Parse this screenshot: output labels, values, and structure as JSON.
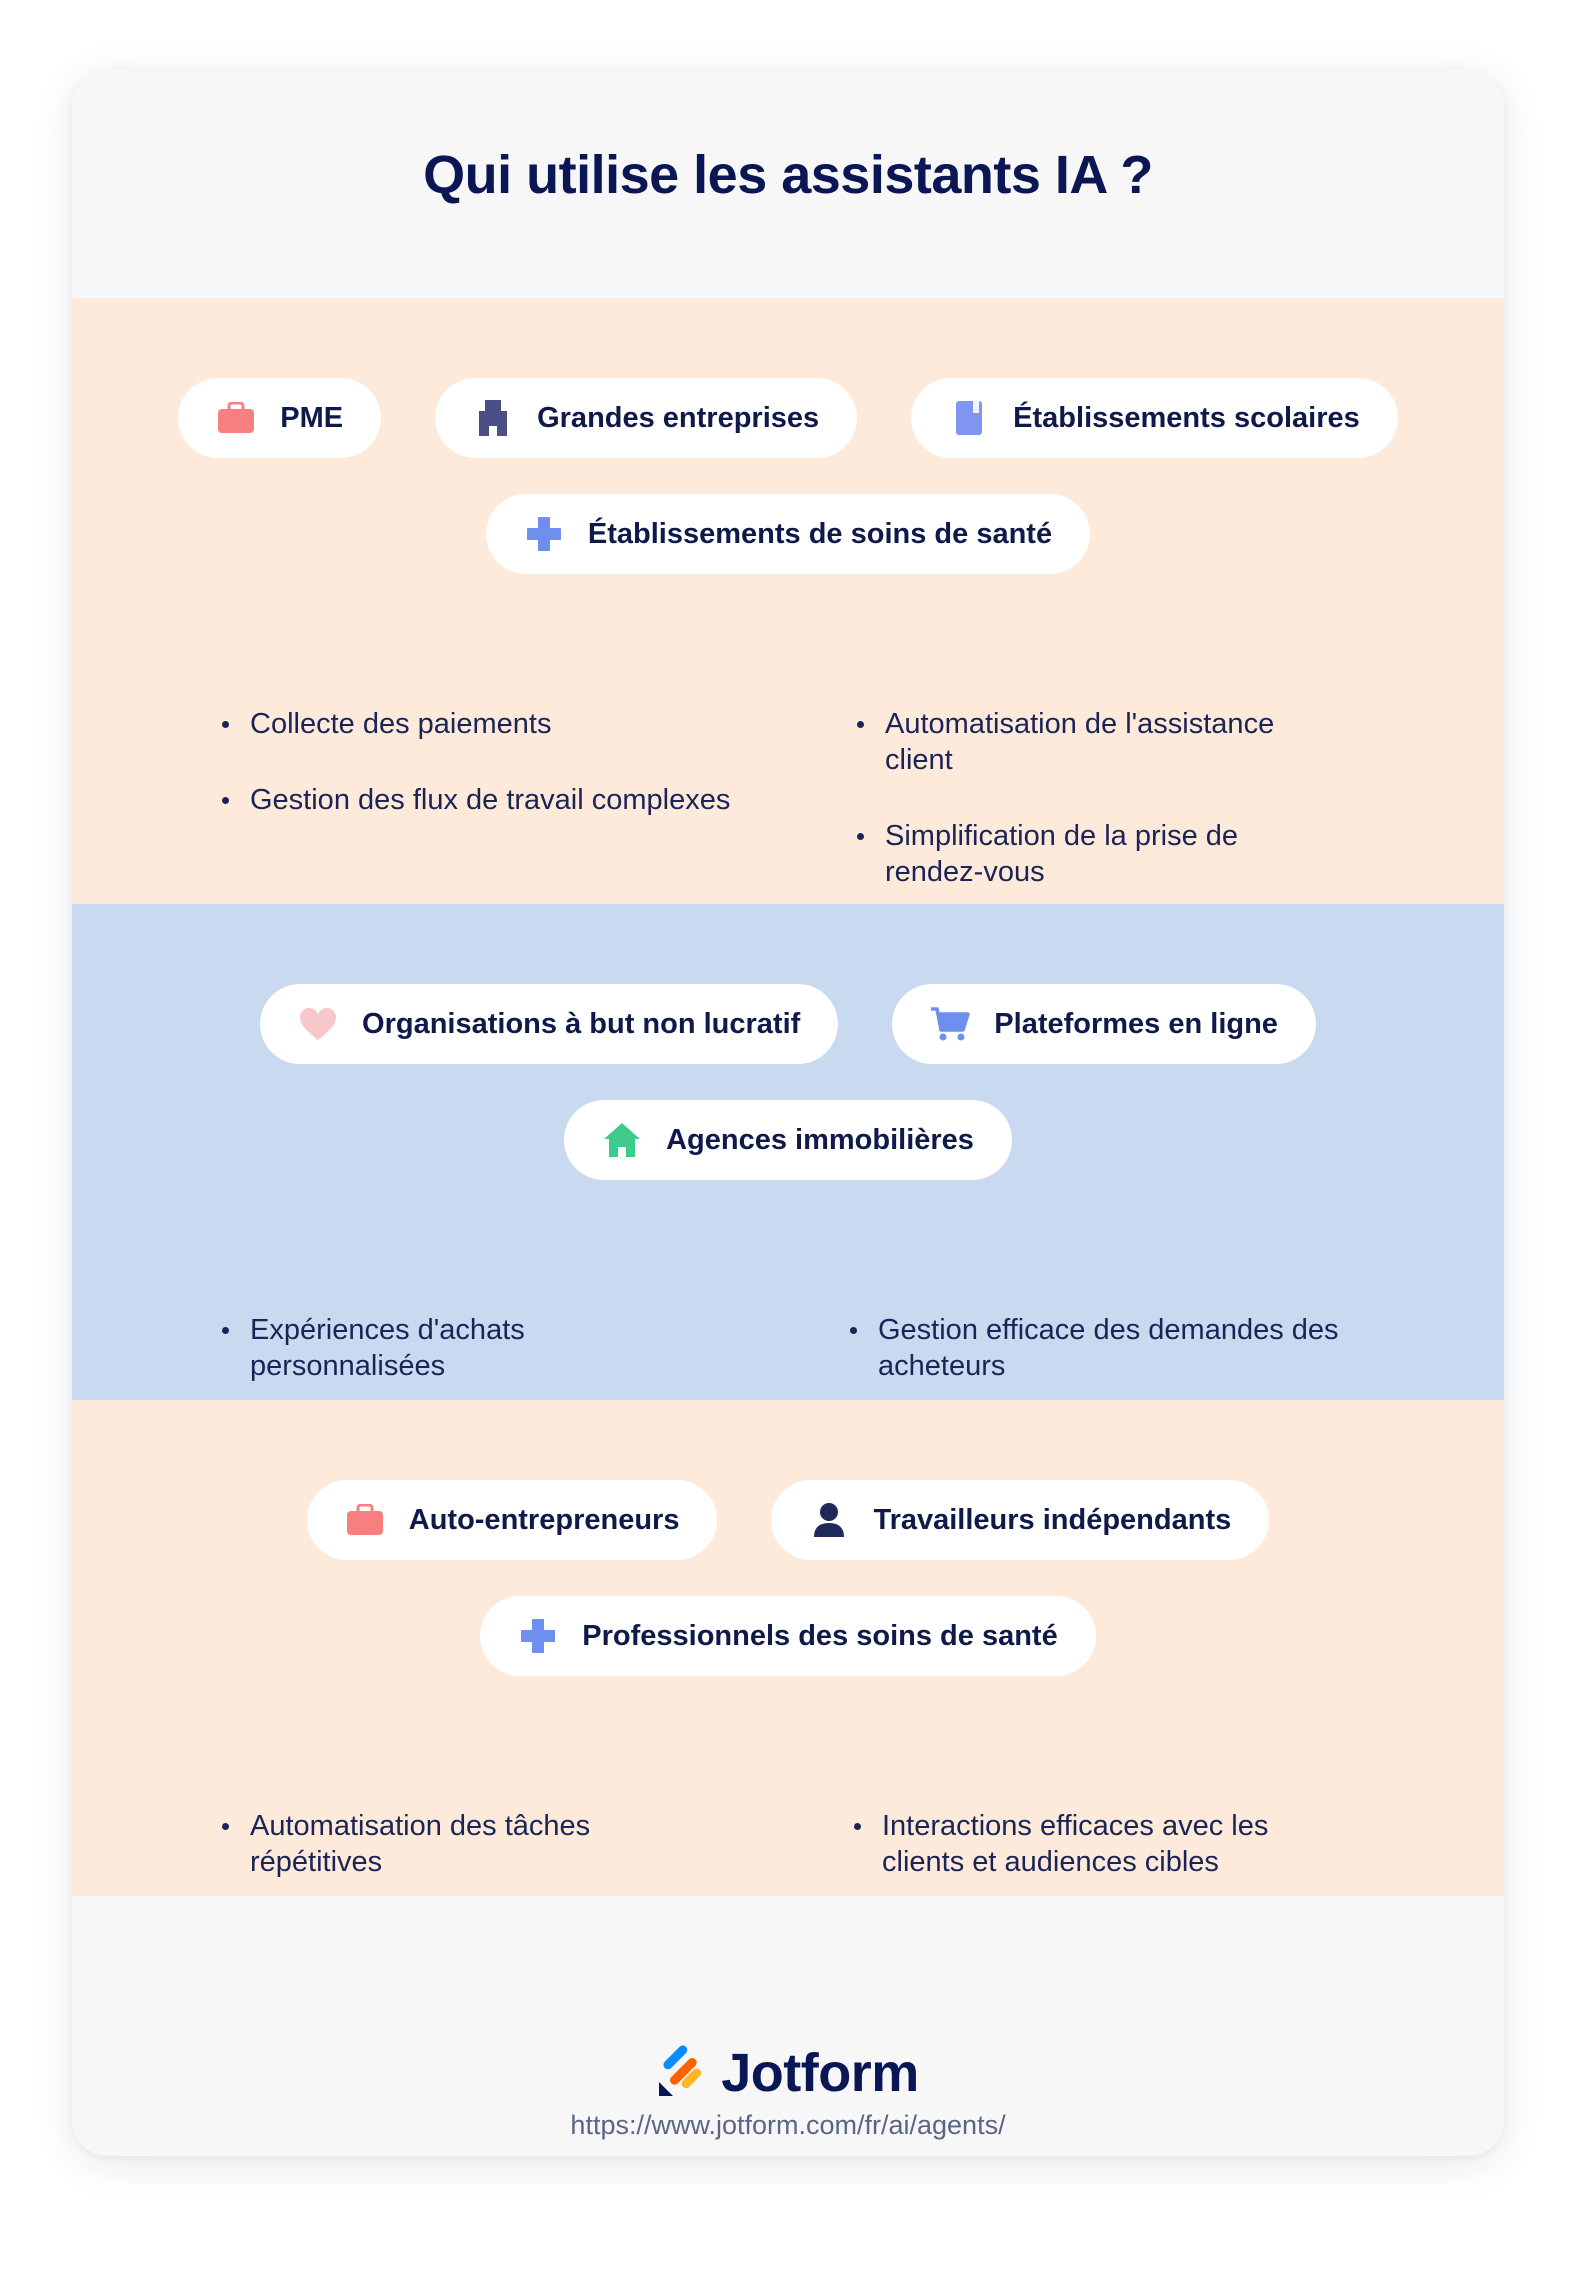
{
  "title": "Qui utilise les assistants IA ?",
  "colors": {
    "peach": "#fdeada",
    "blue": "#c9d9ef",
    "navy": "#0b1654"
  },
  "sections": [
    {
      "pills": [
        {
          "label": "PME",
          "icon": "briefcase-icon"
        },
        {
          "label": "Grandes entreprises",
          "icon": "building-icon"
        },
        {
          "label": "Établissements scolaires",
          "icon": "book-icon"
        },
        {
          "label": "Établissements de soins de santé",
          "icon": "medical-cross-icon"
        }
      ],
      "bullets_left": [
        "Collecte des paiements",
        "Gestion des flux de travail complexes"
      ],
      "bullets_right": [
        "Automatisation de l'assistance client",
        "Simplification de la prise de rendez-vous"
      ]
    },
    {
      "pills": [
        {
          "label": "Organisations à but non lucratif",
          "icon": "heart-icon"
        },
        {
          "label": "Plateformes en ligne",
          "icon": "shopping-cart-icon"
        },
        {
          "label": "Agences immobilières",
          "icon": "house-icon"
        }
      ],
      "bullets_left": [
        "Expériences d'achats personnalisées"
      ],
      "bullets_right": [
        "Gestion efficace des demandes des acheteurs"
      ]
    },
    {
      "pills": [
        {
          "label": "Auto-entrepreneurs",
          "icon": "briefcase-icon"
        },
        {
          "label": "Travailleurs indépendants",
          "icon": "person-icon"
        },
        {
          "label": "Professionnels des soins de santé",
          "icon": "medical-cross-icon"
        }
      ],
      "bullets_left": [
        "Automatisation des tâches répétitives"
      ],
      "bullets_right": [
        "Interactions efficaces avec les clients et audiences cibles"
      ]
    }
  ],
  "footer": {
    "brand": "Jotform",
    "url": "https://www.jotform.com/fr/ai/agents/"
  }
}
